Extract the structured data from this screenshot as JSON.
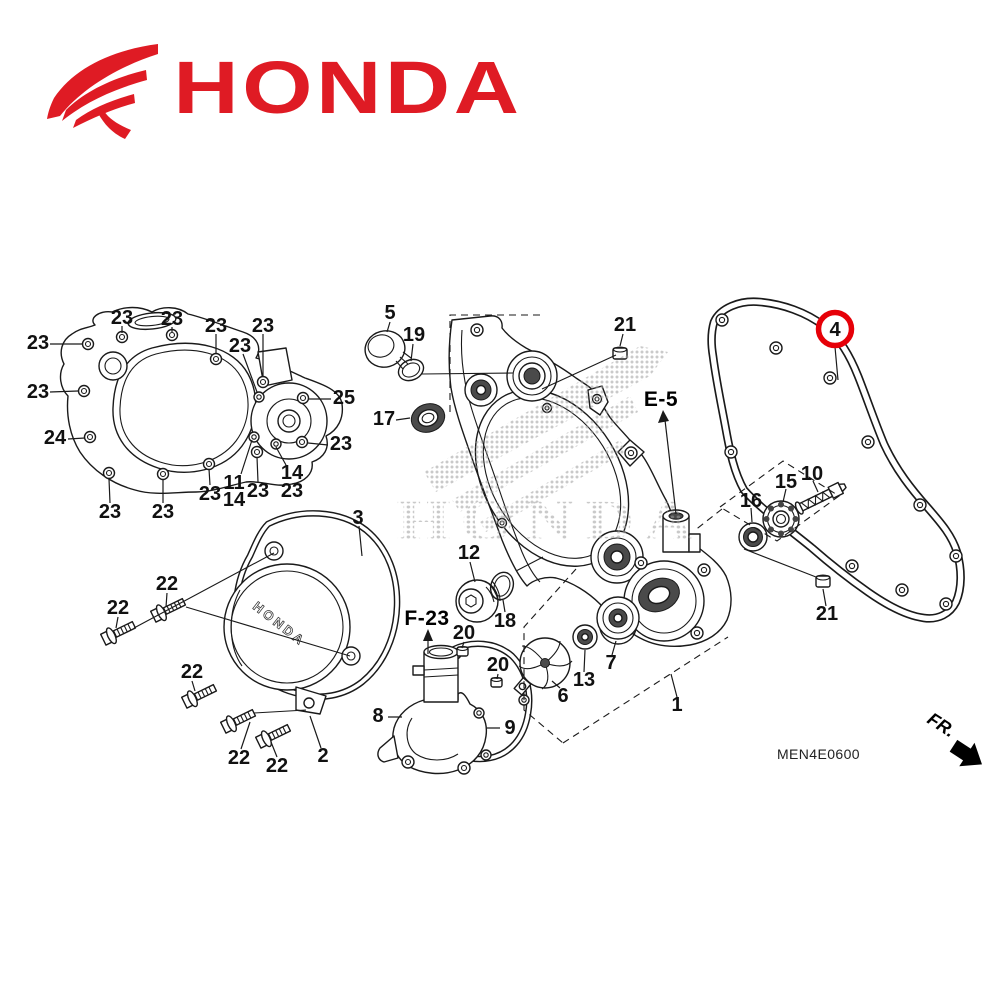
{
  "brand": {
    "wordmark": "HONDA",
    "color": "#df1b24",
    "wing_icon": "honda-wing-icon"
  },
  "watermark": {
    "text": "HONDA"
  },
  "drawing": {
    "code": "MEN4E0600",
    "direction_label": "FR.",
    "highlight_color": "#e60008",
    "line_color": "#1a1a1a",
    "highlighted_callout": "4"
  },
  "refs": {
    "engine": "E-5",
    "frame": "F-23"
  },
  "cover_emboss": "HONDA",
  "callouts": {
    "n1": "1",
    "n2": "2",
    "n3": "3",
    "n4": "4",
    "n5": "5",
    "n6": "6",
    "n7": "7",
    "n8": "8",
    "n9": "9",
    "n10": "10",
    "n11": "11",
    "n12": "12",
    "n13": "13",
    "n14": "14",
    "n15": "15",
    "n16": "16",
    "n17": "17",
    "n18": "18",
    "n19": "19",
    "n20": "20",
    "n21": "21",
    "n22": "22",
    "n23": "23",
    "n24": "24",
    "n25": "25"
  }
}
